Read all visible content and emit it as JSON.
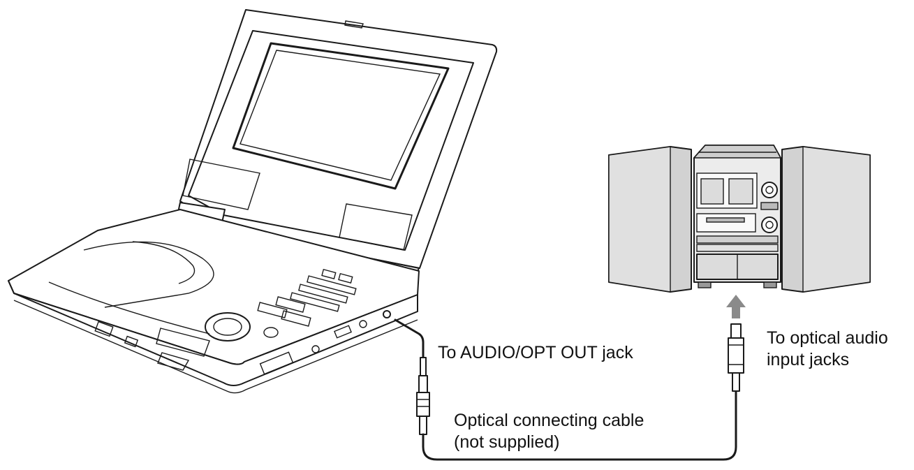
{
  "diagram": {
    "labels": {
      "audio_opt_out": "To AUDIO/OPT OUT jack",
      "optical_input_line1": "To optical audio",
      "optical_input_line2": "input jacks",
      "cable_line1": "Optical connecting cable",
      "cable_line2": "(not supplied)"
    },
    "colors": {
      "line": "#1a1a1a",
      "speaker_fill": "#cfcfcf",
      "stereo_fill": "#e6e6e6",
      "arrow_fill": "#8a8a8a",
      "screen_fill": "#ffffff"
    }
  }
}
